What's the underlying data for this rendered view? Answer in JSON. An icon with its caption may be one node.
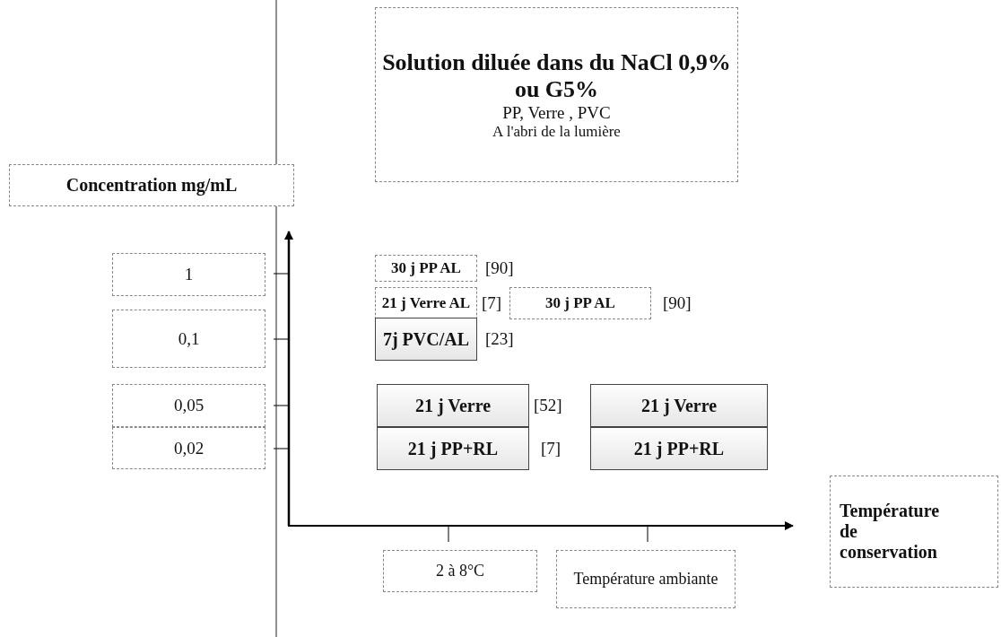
{
  "diagram": {
    "nodes": [
      {
        "text": [
          "Solution diluée dans du NaCl 0,9% ou G5%",
          "PP, Verre , PVC",
          "A l'abri de la lumière"
        ]
      },
      {
        "text": [
          "Concentration mg/mL"
        ]
      },
      {
        "text": [
          "1"
        ]
      },
      {
        "text": [
          "0,1"
        ]
      },
      {
        "text": [
          "0,05"
        ]
      },
      {
        "text": [
          "0,02"
        ]
      },
      {
        "text": [
          "30 j PP AL"
        ],
        "beside": [
          "[90]"
        ]
      },
      {
        "text": [
          "21 j Verre AL"
        ],
        "beside": [
          "[7]"
        ]
      },
      {
        "text": [
          "30 j PP AL"
        ],
        "beside": [
          "[90]"
        ]
      },
      {
        "text": [
          "7j PVC/AL"
        ],
        "beside": [
          "[23]"
        ]
      },
      {
        "text": [
          "21 j Verre"
        ],
        "beside": [
          "[52]"
        ]
      },
      {
        "text": [
          "21 j Verre"
        ]
      },
      {
        "text": [
          "21 j PP+RL"
        ],
        "beside": [
          "[7]"
        ]
      },
      {
        "text": [
          "21 j PP+RL"
        ]
      },
      {
        "text": [
          "Température de conservation"
        ]
      },
      {
        "text": [
          "2 à 8°C"
        ]
      },
      {
        "text": [
          "Température ambiante"
        ]
      }
    ]
  }
}
